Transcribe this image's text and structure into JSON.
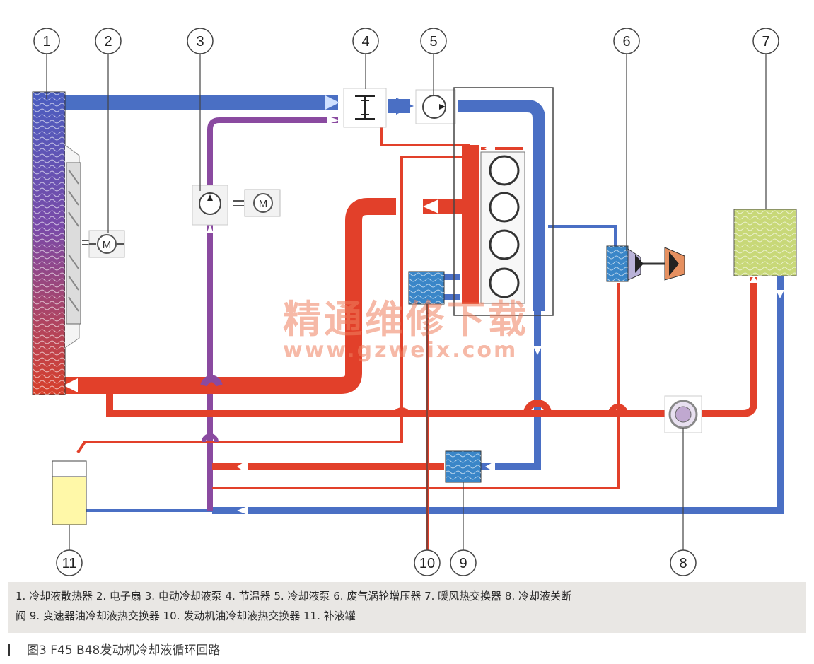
{
  "callouts": [
    "1",
    "2",
    "3",
    "4",
    "5",
    "6",
    "7",
    "8",
    "9",
    "10",
    "11"
  ],
  "motor_label": "M",
  "watermark": {
    "cn": "精通维修下载",
    "url": "www.gzweix.com"
  },
  "legend": {
    "line1": "1. 冷却液散热器  2. 电子扇  3. 电动冷却液泵  4. 节温器  5. 冷却液泵  6. 废气涡轮增压器  7. 暖风热交换器  8. 冷却液关断",
    "line2": "阀  9. 变速器油冷却液热交换器  10. 发动机油冷却液热交换器  11. 补液罐"
  },
  "caption": "图3    F45 B48发动机冷却液循环回路",
  "colors": {
    "hot": "#e2402a",
    "cold": "#4a6fc4",
    "pump": "#8a4aa0",
    "radiator": "#4a5ec0",
    "heater": "#c8d878",
    "tank": "#fff8a8"
  }
}
